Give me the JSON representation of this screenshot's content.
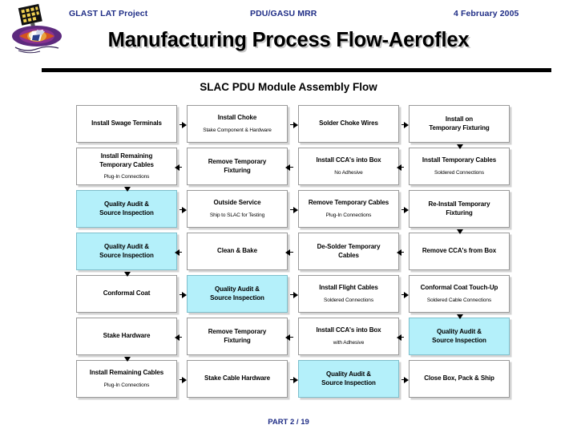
{
  "header": {
    "project": "GLAST LAT Project",
    "center": "PDU/GASU MRR",
    "date": "4 February 2005",
    "title": "Manufacturing Process Flow-Aeroflex",
    "logo_name": "glast-lat-logo"
  },
  "flow": {
    "title": "SLAC PDU Module Assembly Flow",
    "highlight_color": "#b4f0fa",
    "box_border_color": "#9a9a9a",
    "nodes": [
      {
        "id": "r1c1",
        "main": "Install Swage Terminals",
        "sub": "",
        "highlight": false
      },
      {
        "id": "r1c2",
        "main": "Install Choke",
        "sub": "Stake Component & Hardware",
        "highlight": false
      },
      {
        "id": "r1c3",
        "main": "Solder Choke Wires",
        "sub": "",
        "highlight": false
      },
      {
        "id": "r1c4",
        "main": "Install on\nTemporary Fixturing",
        "sub": "",
        "highlight": false
      },
      {
        "id": "r2c1",
        "main": "Install Remaining\nTemporary Cables",
        "sub": "Plug-In Connections",
        "highlight": false
      },
      {
        "id": "r2c2",
        "main": "Remove Temporary\nFixturing",
        "sub": "",
        "highlight": false
      },
      {
        "id": "r2c3",
        "main": "Install CCA's into Box",
        "sub": "No Adhesive",
        "highlight": false
      },
      {
        "id": "r2c4",
        "main": "Install Temporary Cables",
        "sub": "Soldered Connections",
        "highlight": false
      },
      {
        "id": "r3c1",
        "main": "Quality Audit &\nSource Inspection",
        "sub": "",
        "highlight": true
      },
      {
        "id": "r3c2",
        "main": "Outside Service",
        "sub": "Ship to SLAC for Testing",
        "highlight": false
      },
      {
        "id": "r3c3",
        "main": "Remove Temporary Cables",
        "sub": "Plug-In Connections",
        "highlight": false
      },
      {
        "id": "r3c4",
        "main": "Re-Install Temporary\nFixturing",
        "sub": "",
        "highlight": false
      },
      {
        "id": "r4c1",
        "main": "Quality Audit &\nSource Inspection",
        "sub": "",
        "highlight": true
      },
      {
        "id": "r4c2",
        "main": "Clean & Bake",
        "sub": "",
        "highlight": false
      },
      {
        "id": "r4c3",
        "main": "De-Solder Temporary\nCables",
        "sub": "",
        "highlight": false
      },
      {
        "id": "r4c4",
        "main": "Remove CCA's from Box",
        "sub": "",
        "highlight": false
      },
      {
        "id": "r5c1",
        "main": "Conformal Coat",
        "sub": "",
        "highlight": false
      },
      {
        "id": "r5c2",
        "main": "Quality Audit &\nSource Inspection",
        "sub": "",
        "highlight": true
      },
      {
        "id": "r5c3",
        "main": "Install Flight Cables",
        "sub": "Soldered Connections",
        "highlight": false
      },
      {
        "id": "r5c4",
        "main": "Conformal Coat Touch-Up",
        "sub": "Soldered Cable Connections",
        "highlight": false
      },
      {
        "id": "r6c1",
        "main": "Stake Hardware",
        "sub": "",
        "highlight": false
      },
      {
        "id": "r6c2",
        "main": "Remove Temporary\nFixturing",
        "sub": "",
        "highlight": false
      },
      {
        "id": "r6c3",
        "main": "Install CCA's into Box",
        "sub": "with Adhesive",
        "highlight": false
      },
      {
        "id": "r6c4",
        "main": "Quality Audit &\nSource Inspection",
        "sub": "",
        "highlight": true
      },
      {
        "id": "r7c1",
        "main": "Install Remaining Cables",
        "sub": "Plug-In Connections",
        "highlight": false
      },
      {
        "id": "r7c2",
        "main": "Stake Cable Hardware",
        "sub": "",
        "highlight": false
      },
      {
        "id": "r7c3",
        "main": "Quality Audit &\nSource Inspection",
        "sub": "",
        "highlight": true
      },
      {
        "id": "r7c4",
        "main": "Close Box, Pack & Ship",
        "sub": "",
        "highlight": false
      }
    ]
  },
  "footer": {
    "part_label": "PART 2 / 19"
  }
}
